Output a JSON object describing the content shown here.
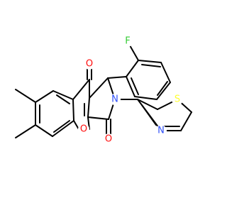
{
  "molecule": {
    "atoms": [
      {
        "id": "F",
        "label": "F",
        "color": "#33cc33"
      },
      {
        "id": "O_top",
        "label": "O",
        "color": "#ff0d0d"
      },
      {
        "id": "O_ring",
        "label": "O",
        "color": "#ff0d0d"
      },
      {
        "id": "O_bot",
        "label": "O",
        "color": "#ff0d0d"
      },
      {
        "id": "N_pyr",
        "label": "N",
        "color": "#3050f8"
      },
      {
        "id": "S",
        "label": "S",
        "color": "#ffff30"
      },
      {
        "id": "N_thz",
        "label": "N",
        "color": "#3050f8"
      }
    ]
  }
}
